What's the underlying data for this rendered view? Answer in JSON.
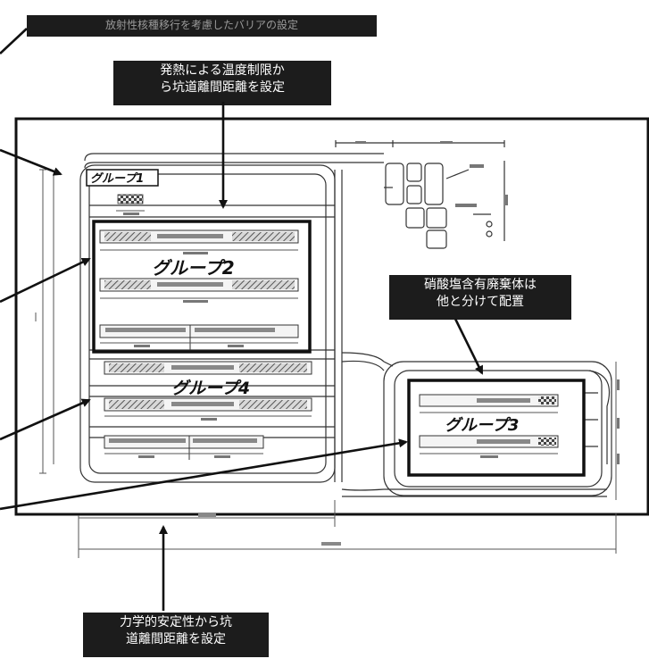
{
  "callouts": {
    "barrier_top": "放射性核種移行を考慮したバリアの設定",
    "heat_limit": "発熱による温度制限か\nら坑道離間距離を設定",
    "nitrate_separate": "硝酸塩含有廃棄体は\n他と分けて配置",
    "mechanical_stability": "力学的安定性から坑\n道離間距離を設定"
  },
  "diagram": {
    "group1": "グループ1",
    "group2": "グループ2",
    "group3": "グループ3",
    "group4": "グループ4"
  },
  "colors": {
    "dark": "#1c1c1c",
    "line": "#222222"
  }
}
